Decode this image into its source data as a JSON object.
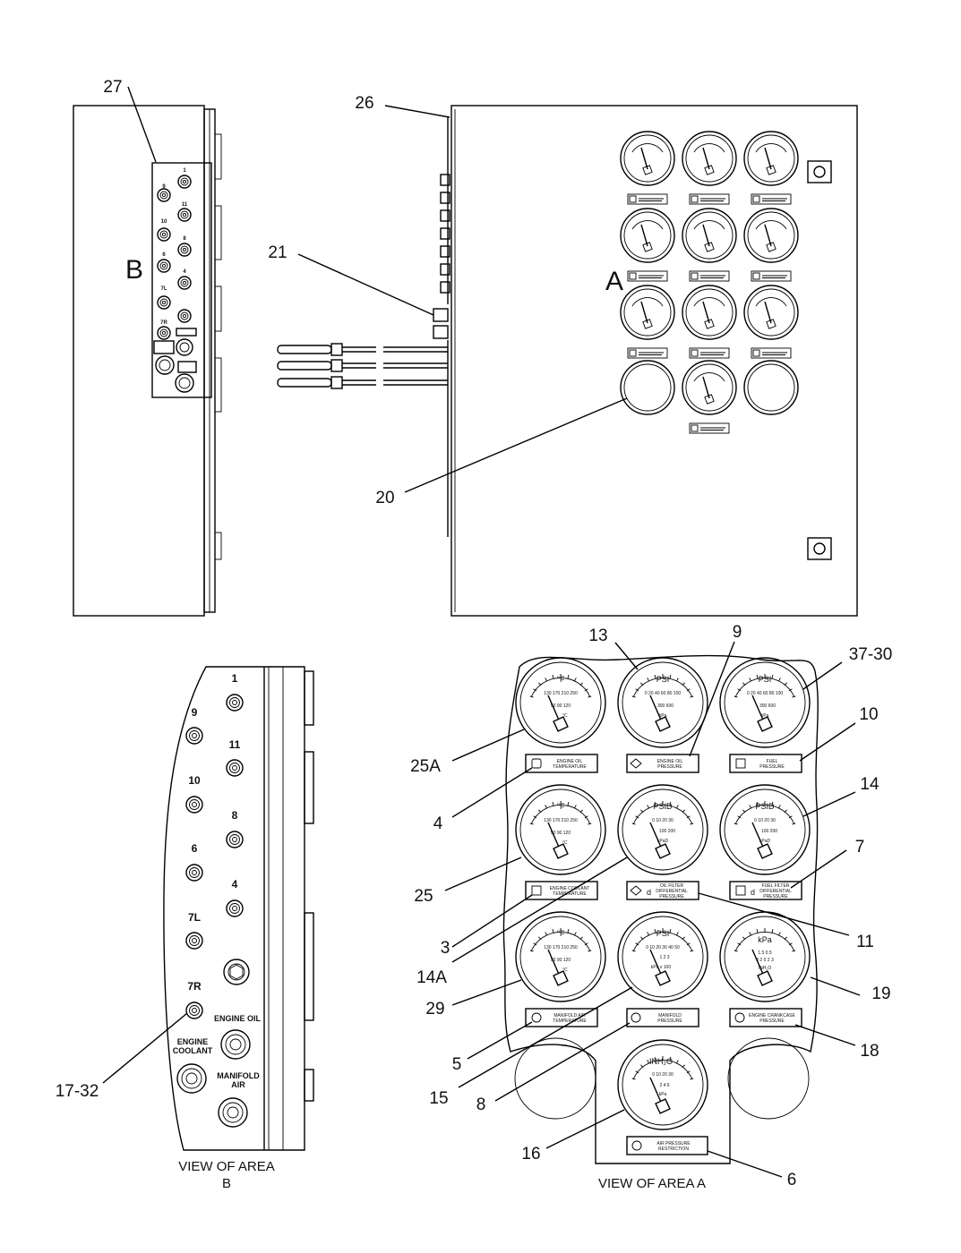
{
  "callouts": {
    "c27": "27",
    "c26": "26",
    "c21": "21",
    "c20": "20",
    "c13": "13",
    "c9": "9",
    "c37_30": "37-30",
    "c10": "10",
    "c25A": "25A",
    "c4": "4",
    "c14": "14",
    "c7": "7",
    "c25": "25",
    "c3": "3",
    "c14A": "14A",
    "c11": "11",
    "c29": "29",
    "c19": "19",
    "c5": "5",
    "c15": "15",
    "c8": "8",
    "c18": "18",
    "c16": "16",
    "c6": "6",
    "c17_32": "17-32"
  },
  "area_letters": {
    "a": "A",
    "b": "B"
  },
  "captions": {
    "view_b_line1": "VIEW OF AREA",
    "view_b_line2": "B",
    "view_a": "VIEW OF AREA A"
  },
  "ports": {
    "p1": "1",
    "p9": "9",
    "p11": "11",
    "p10": "10",
    "p8": "8",
    "p6": "6",
    "p4": "4",
    "p7L": "7L",
    "p7R": "7R",
    "engine_oil": "ENGINE OIL",
    "engine_coolant_1": "ENGINE",
    "engine_coolant_2": "COOLANT",
    "manifold_air_1": "MANIFOLD",
    "manifold_air_2": "AIR"
  },
  "gauges": {
    "temp_unit_f": "°F",
    "temp_unit_c": "°C",
    "psi": "PSI",
    "psid": "PSID",
    "kpa": "kPa",
    "kpad": "kPaD",
    "inh2o": "INH₂O",
    "temp_top_ticks": "130 170 210 250",
    "temp_c_ticks": "50  90  120",
    "psi_ticks": "0 20 40 60 80 100",
    "psi_kpa_ticks": "300  600",
    "psid_ticks": "0   10   20   30",
    "psid_kpa_ticks": "100  200",
    "boost_psi_ticks": "0 10 20 30 40 50",
    "boost_kpa_ticks": "1   2   3",
    "boost_kpa_unit": "kPa x 100",
    "crank_ticks": "1.5  0.5",
    "crank_kpa_ticks": "3 2 0 2 3",
    "inh2o_ticks": "0  10  20  30",
    "inh2o_kpa_ticks": "2  4  6"
  },
  "labels": {
    "eng_oil_temp_1": "ENGINE OIL",
    "eng_oil_temp_2": "TEMPERATURE",
    "eng_oil_press_1": "ENGINE OIL",
    "eng_oil_press_2": "PRESSURE",
    "fuel_press_1": "FUEL",
    "fuel_press_2": "PRESSURE",
    "coolant_temp_1": "ENGINE COOLANT",
    "coolant_temp_2": "TEMPERATURE",
    "oil_filter_1": "OIL FILTER",
    "oil_filter_2": "DIFFERENTIAL",
    "oil_filter_3": "PRESSURE",
    "fuel_filter_1": "FUEL FILTER",
    "fuel_filter_2": "DIFFERENTIAL",
    "fuel_filter_3": "PRESSURE",
    "manifold_temp_1": "MANIFOLD AIR",
    "manifold_temp_2": "TEMPERATURE",
    "manifold_press_1": "MANIFOLD",
    "manifold_press_2": "PRESSURE",
    "crankcase_1": "ENGINE CRANKCASE",
    "crankcase_2": "PRESSURE",
    "air_restr_1": "AIR PRESSURE",
    "air_restr_2": "RESTRICTION",
    "diff_mark": "d"
  }
}
